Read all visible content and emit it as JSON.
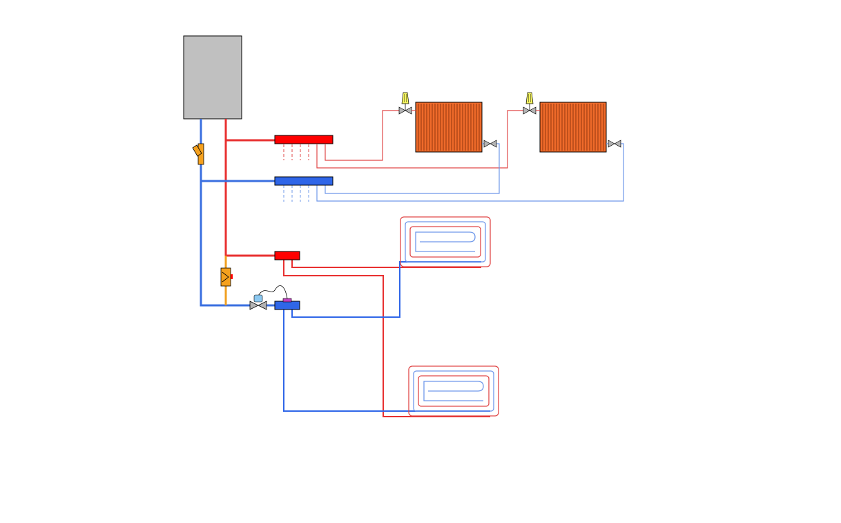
{
  "colors": {
    "background": "#ffffff",
    "boiler": "#c0c0c0",
    "supply": "#ff0000",
    "supply_branch": "#e83030",
    "supply_thin": "#e04848",
    "return": "#3a6fe0",
    "return_branch": "#2f66e8",
    "return_thin": "#6f98ea",
    "mixing_line": "#f0a020",
    "radiator": "#ee6a2a",
    "radiator_fins": "#7a2a08",
    "thermostatic_head": "#f4f460",
    "valve": "#b4b4b4",
    "filter": "#f5a11e",
    "pump": "#f5a11e",
    "actuator": "#8cc8f0",
    "sensor": "#c040c0",
    "outline": "#000000"
  },
  "components": [
    {
      "type": "boiler",
      "name": "boiler",
      "icon": "boiler-box"
    },
    {
      "type": "strainer",
      "name": "strainer",
      "icon": "y-strainer-icon"
    },
    {
      "type": "circulation-pump",
      "name": "circulation-pump",
      "icon": "pump-icon"
    },
    {
      "type": "mixing-valve",
      "name": "mixing-valve",
      "icon": "three-way-valve-icon"
    },
    {
      "type": "manifold",
      "name": "radiator-supply-manifold",
      "circuit": "radiators",
      "flow": "supply"
    },
    {
      "type": "manifold",
      "name": "radiator-return-manifold",
      "circuit": "radiators",
      "flow": "return"
    },
    {
      "type": "manifold",
      "name": "floor-supply-manifold",
      "circuit": "underfloor",
      "flow": "supply"
    },
    {
      "type": "manifold",
      "name": "floor-return-manifold",
      "circuit": "underfloor",
      "flow": "return"
    },
    {
      "type": "radiator",
      "name": "radiator-1",
      "thermostatic_valve": true,
      "return_valve": true
    },
    {
      "type": "radiator",
      "name": "radiator-2",
      "thermostatic_valve": true,
      "return_valve": true
    },
    {
      "type": "underfloor-loop",
      "name": "floor-loop-1",
      "pattern": "serpentine"
    },
    {
      "type": "underfloor-loop",
      "name": "floor-loop-2",
      "pattern": "serpentine"
    }
  ]
}
